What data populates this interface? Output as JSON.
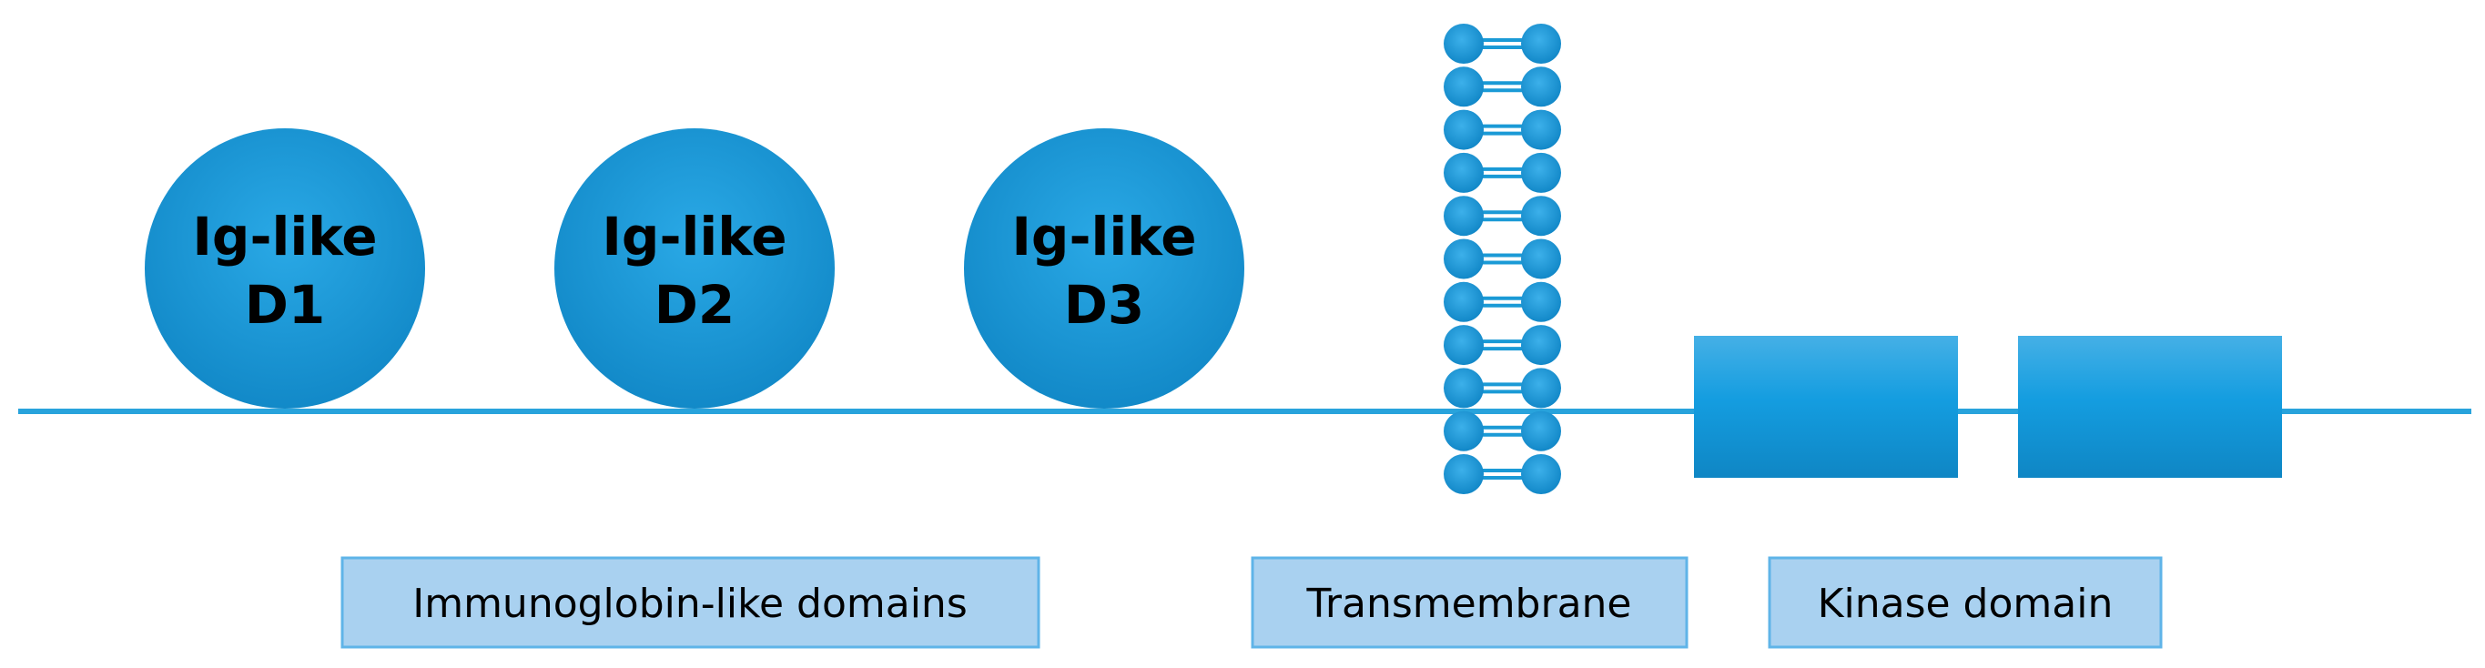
{
  "colors": {
    "primary_blue": "#1a9ad6",
    "backbone_line": "#28a3dc",
    "label_box_fill": "#a9d1f0",
    "label_box_border": "#5fb4e8",
    "text": "#000000"
  },
  "ig_domains": [
    {
      "line1": "Ig-like",
      "line2": "D1"
    },
    {
      "line1": "Ig-like",
      "line2": "D2"
    },
    {
      "line1": "Ig-like",
      "line2": "D3"
    }
  ],
  "transmembrane": {
    "rungs": 11,
    "icon": "double-helix-ladder-icon"
  },
  "kinase": {
    "blocks": 2
  },
  "labels": {
    "immunoglobin": "Immunoglobin-like domains",
    "transmembrane": "Transmembrane",
    "kinase": "Kinase domain"
  }
}
